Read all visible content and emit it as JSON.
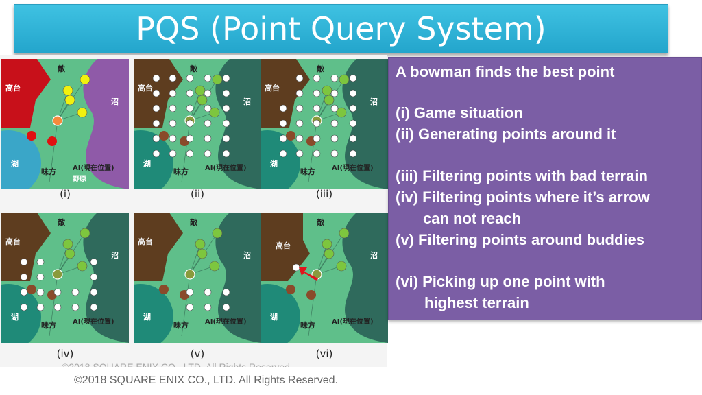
{
  "slide": {
    "title": "PQS (Point Query System)",
    "copyright": "©2018 SQUARE ENIX CO., LTD. All Rights Reserved.",
    "ghost_copyright": "©2018 SQUARE ENIX CO., LTD. All Rights Reserved."
  },
  "map_labels": {
    "enemy": "敵",
    "high_ground": "高台",
    "swamp": "沼",
    "lake": "湖",
    "ally": "味方",
    "ai": "AI(現在位置)",
    "field": "野原"
  },
  "panels": [
    {
      "caption": "(i)"
    },
    {
      "caption": "(ii)"
    },
    {
      "caption": "(iii)"
    },
    {
      "caption": "(iv)"
    },
    {
      "caption": "(v)"
    },
    {
      "caption": "(vi)"
    }
  ],
  "description": {
    "heading": "A bowman finds the best point",
    "lines": [
      "(i)   Game situation",
      "(ii)  Generating points around it",
      "(iii)  Filtering points with bad terrain",
      "(iv)  Filtering points where it’s arrow",
      "can not reach",
      "(v) Filtering points around buddies",
      "(vi) Picking up one point with",
      "highest terrain"
    ]
  },
  "colors": {
    "title_bar": "#2fb4d9",
    "text_box": "#7b5ea5",
    "field_green": "#5fbf8a",
    "high_ground_red": "#c8101a",
    "high_ground_brown": "#5e3d1f",
    "swamp_purple": "#8f5aa8",
    "swamp_dark": "#2f6a5c",
    "lake_blue": "#3aa6c8",
    "lake_teal": "#1f8a78",
    "enemy_yellow": "#f1f10e",
    "enemy_green": "#7dc63e",
    "ally_red": "#e01010",
    "ally_brown": "#8a4a2a",
    "ai_orange": "#f58a3c",
    "ai_olive": "#8a9a3c",
    "candidate_white": "#ffffff",
    "arrow_red": "#e0151c"
  }
}
